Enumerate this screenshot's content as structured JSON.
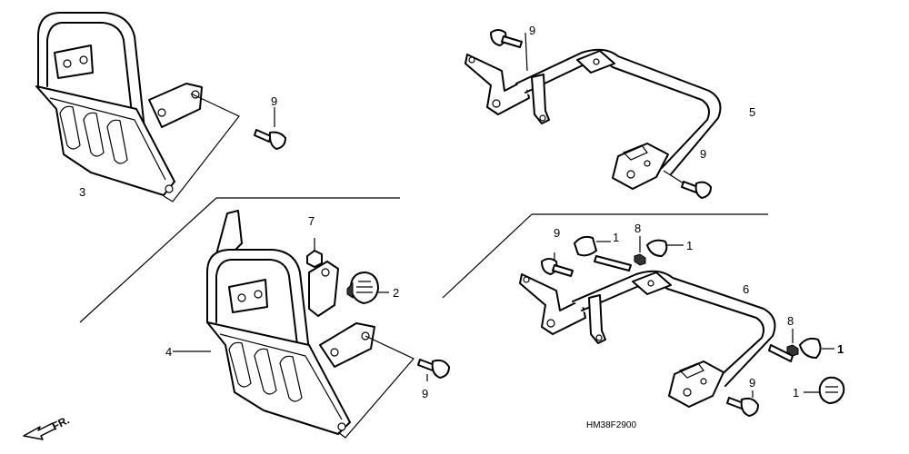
{
  "callouts": [
    {
      "id": "c-3",
      "text": "3"
    },
    {
      "id": "c-9a",
      "text": "9"
    },
    {
      "id": "c-9b",
      "text": "9"
    },
    {
      "id": "c-5",
      "text": "5"
    },
    {
      "id": "c-9c",
      "text": "9"
    },
    {
      "id": "c-7",
      "text": "7"
    },
    {
      "id": "c-2",
      "text": "2"
    },
    {
      "id": "c-4",
      "text": "4"
    },
    {
      "id": "c-9d",
      "text": "9"
    },
    {
      "id": "c-9e",
      "text": "9"
    },
    {
      "id": "c-1a",
      "text": "1"
    },
    {
      "id": "c-8a",
      "text": "8"
    },
    {
      "id": "c-1b",
      "text": "1"
    },
    {
      "id": "c-6",
      "text": "6"
    },
    {
      "id": "c-8b",
      "text": "8"
    },
    {
      "id": "c-1c",
      "text": "1"
    },
    {
      "id": "c-1d",
      "text": "1"
    },
    {
      "id": "c-9f",
      "text": "9"
    }
  ],
  "diagram_code": "HM38F2900",
  "direction_label": "FR."
}
